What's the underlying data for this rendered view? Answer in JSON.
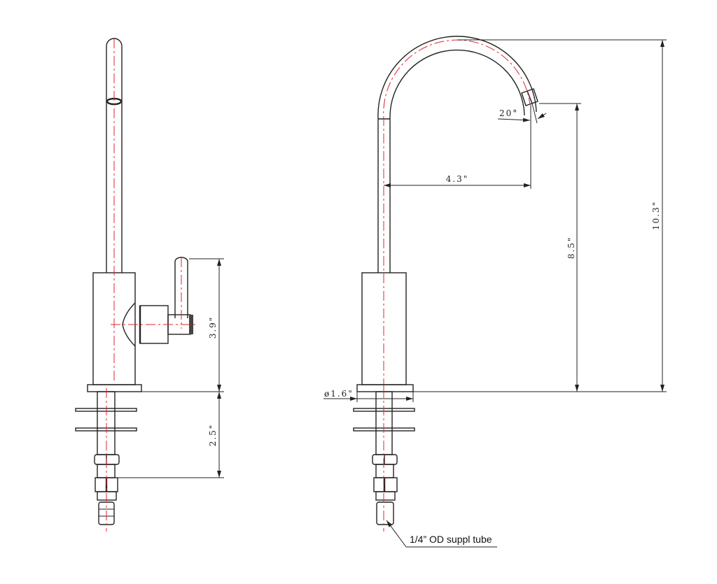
{
  "drawing": {
    "side_view": {
      "dim_handle_height": "3.9\"",
      "dim_shank_length": "2.5\""
    },
    "front_view": {
      "dim_reach": "4.3\"",
      "dim_angle": "20°",
      "dim_spout_height": "8.5\"",
      "dim_total_height": "10.3\"",
      "dim_base_diameter": "ø1.6\"",
      "callout_supply": "1/4” OD suppl tube"
    },
    "colors": {
      "line": "#222222",
      "centerline": "#e0242c"
    }
  }
}
